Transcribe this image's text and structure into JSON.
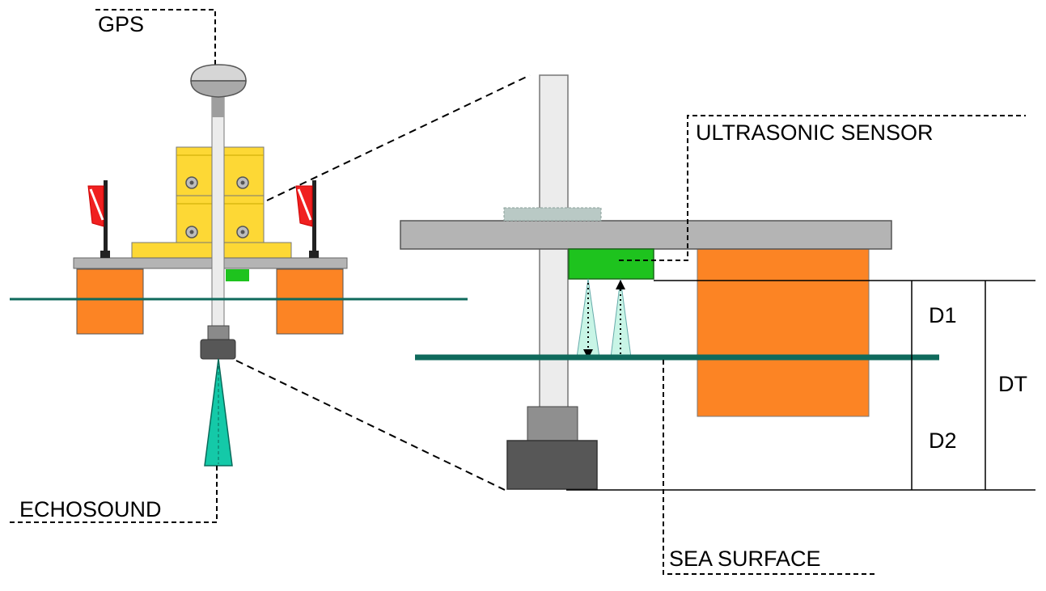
{
  "labels": {
    "gps": "GPS",
    "ultrasonic_sensor": "ULTRASONIC SENSOR",
    "echosound": "ECHOSOUND",
    "sea_surface": "SEA SURFACE",
    "d1": "D1",
    "d2": "D2",
    "dt": "DT"
  },
  "colors": {
    "float_orange": "#fc8424",
    "box_yellow": "#fdd835",
    "sensor_green": "#1ec31e",
    "water_teal": "#0f6a5c",
    "beam_cyan": "#14c9a8",
    "beam_pale": "#c8f5e6",
    "deck_gray": "#b4b4b4",
    "mast_light": "#ececec",
    "base_dark": "#5a5a5a",
    "flag_red": "#f02020"
  }
}
